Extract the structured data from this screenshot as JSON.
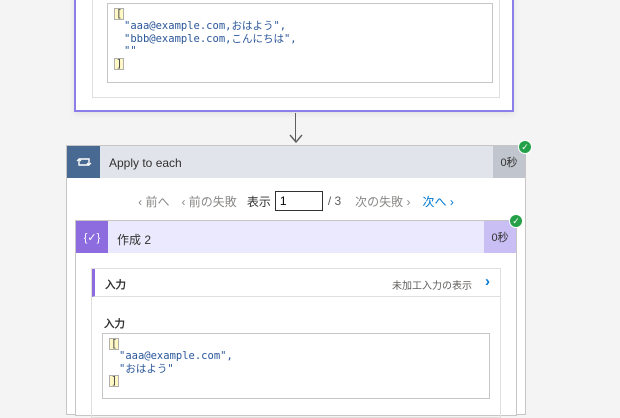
{
  "previous_action": {
    "code_lines": [
      "[",
      "\"aaa@example.com,おはよう\",",
      "\"bbb@example.com,こんにちは\",",
      "\"\"",
      "]"
    ]
  },
  "apply_to_each": {
    "title": "Apply to each",
    "duration": "0秒",
    "status": "succeeded",
    "pager": {
      "prev": "前へ",
      "prev_failed": "前の失敗",
      "show_label": "表示",
      "current_page": "1",
      "total": "/ 3",
      "next_failed": "次の失敗",
      "next": "次へ"
    }
  },
  "compose": {
    "title": "作成 2",
    "duration": "0秒",
    "status": "succeeded",
    "input_row_label": "入力",
    "raw_input_link": "未加工入力の表示",
    "input_label": "入力",
    "code_lines": [
      "[",
      "\"aaa@example.com\",",
      "\"おはよう\"",
      "]"
    ]
  },
  "colors": {
    "selected_border": "#8b7ee8",
    "loop_accent": "#486991",
    "compose_accent": "#8c6cdf",
    "success": "#24a148",
    "link": "#0078d4"
  }
}
